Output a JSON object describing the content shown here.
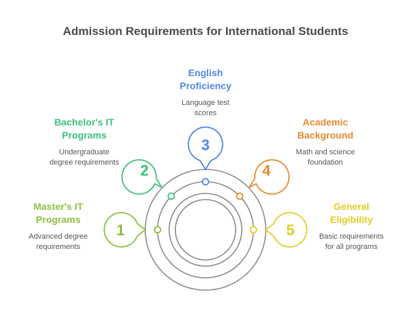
{
  "title": "Admission Requirements for International Students",
  "colors": {
    "ring": "#8a8a8a",
    "green_light": "#8cbf3f",
    "green": "#3cc17a",
    "blue": "#4f86e6",
    "orange": "#e88a2e",
    "yellow": "#e2cd20"
  },
  "items": [
    {
      "number": "1",
      "heading_line1": "Master's IT",
      "heading_line2": "Programs",
      "desc_line1": "Advanced degree",
      "desc_line2": "requirements",
      "color": "#8cbf3f"
    },
    {
      "number": "2",
      "heading_line1": "Bachelor's IT",
      "heading_line2": "Programs",
      "desc_line1": "Undergraduate",
      "desc_line2": "degree requirements",
      "color": "#3cc17a"
    },
    {
      "number": "3",
      "heading_line1": "English",
      "heading_line2": "Proficiency",
      "desc_line1": "Language test",
      "desc_line2": "scores",
      "color": "#4f86e6"
    },
    {
      "number": "4",
      "heading_line1": "Academic",
      "heading_line2": "Background",
      "desc_line1": "Math and science",
      "desc_line2": "foundation",
      "color": "#e88a2e"
    },
    {
      "number": "5",
      "heading_line1": "General",
      "heading_line2": "Eligibility",
      "desc_line1": "Basic requirements",
      "desc_line2": "for all programs",
      "color": "#e2cd20"
    }
  ]
}
